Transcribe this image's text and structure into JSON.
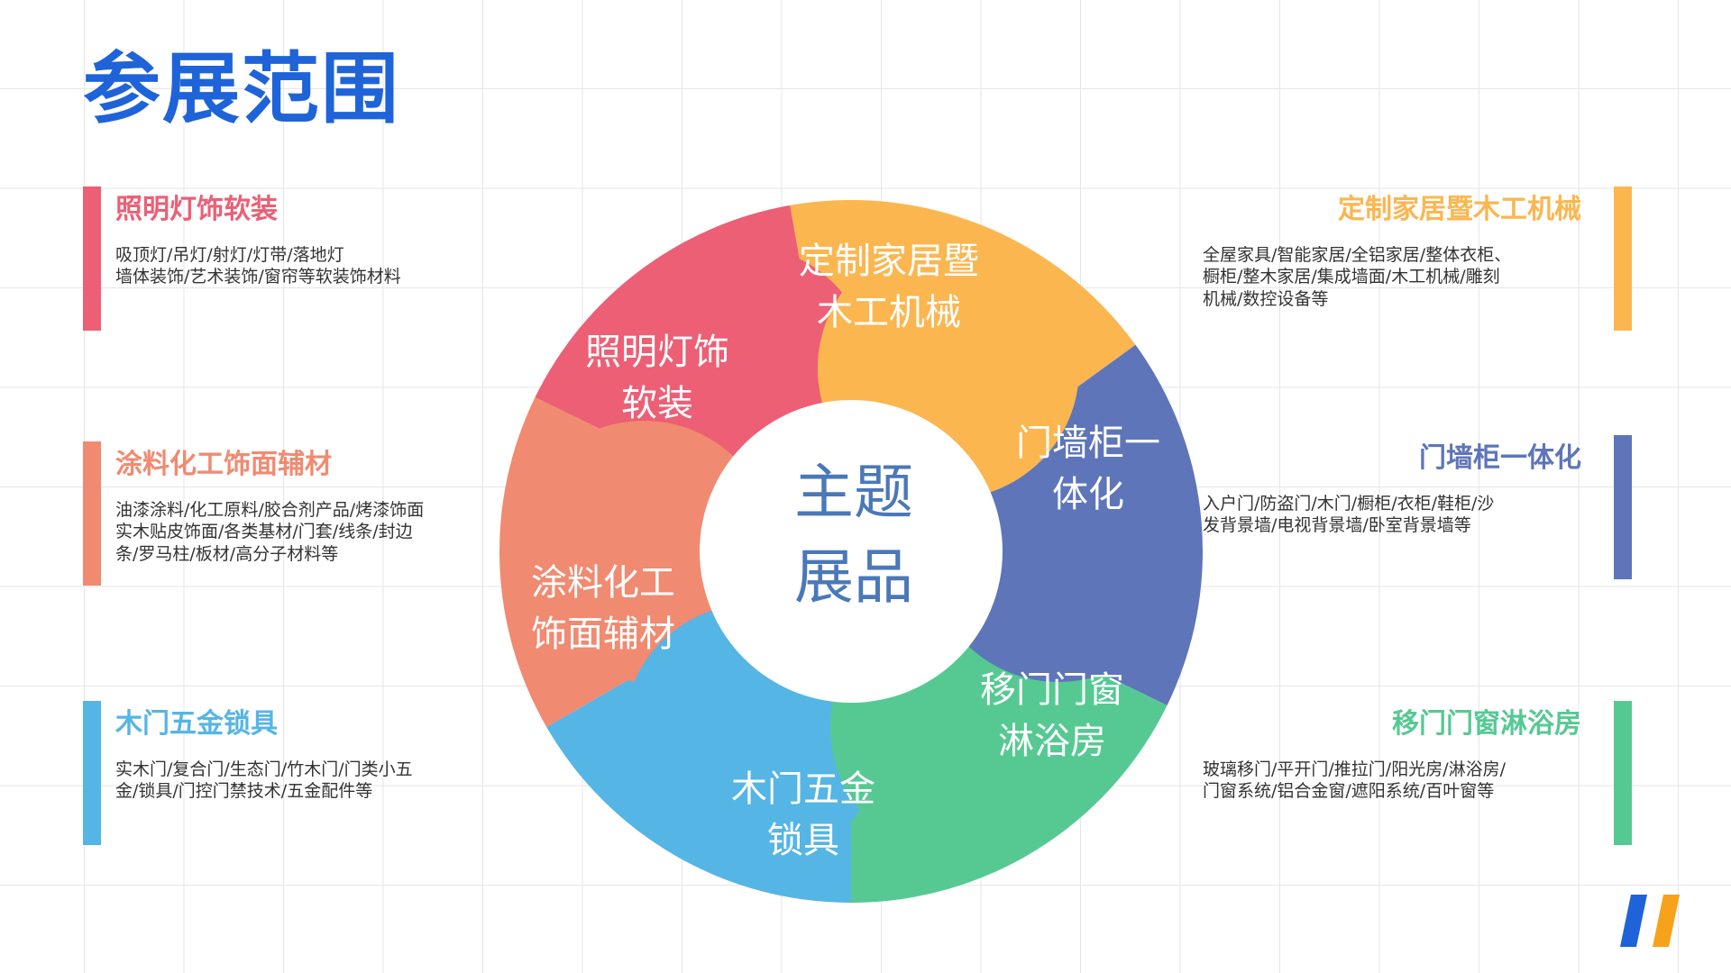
{
  "title": "参展范围",
  "center_label": "主题\n展品",
  "segments": [
    {
      "label": "定制家居暨\n木工机械",
      "color": "#fbb650"
    },
    {
      "label": "门墙柜一\n体化",
      "color": "#5e75b9"
    },
    {
      "label": "移门门窗\n淋浴房",
      "color": "#56c993"
    },
    {
      "label": "木门五金\n锁具",
      "color": "#55b5e4"
    },
    {
      "label": "涂料化工\n饰面辅材",
      "color": "#f08a70"
    },
    {
      "label": "照明灯饰\n软装",
      "color": "#ec5f75"
    }
  ],
  "left_items": [
    {
      "title": "照明灯饰软装",
      "desc": "吸顶灯/吊灯/射灯/灯带/落地灯\n墙体装饰/艺术装饰/窗帘等软装饰材料",
      "color": "#ec5f75"
    },
    {
      "title": "涂料化工饰面辅材",
      "desc": "油漆涂料/化工原料/胶合剂产品/烤漆饰面\n实木贴皮饰面/各类基材/门套/线条/封边\n条/罗马柱/板材/高分子材料等",
      "color": "#f08a70"
    },
    {
      "title": "木门五金锁具",
      "desc": "实木门/复合门/生态门/竹木门/门类小五\n金/锁具/门控门禁技术/五金配件等",
      "color": "#55b5e4"
    }
  ],
  "right_items": [
    {
      "title": "定制家居暨木工机械",
      "desc": "全屋家具/智能家居/全铝家居/整体衣柜、\n橱柜/整木家居/集成墙面/木工机械/雕刻\n机械/数控设备等",
      "color": "#fbb650"
    },
    {
      "title": "门墙柜一体化",
      "desc": "入户门/防盗门/木门/橱柜/衣柜/鞋柜/沙\n发背景墙/电视背景墙/卧室背景墙等",
      "color": "#5e75b9"
    },
    {
      "title": "移门门窗淋浴房",
      "desc": "玻璃移门/平开门/推拉门/阳光房/淋浴房/\n门窗系统/铝合金窗/遮阳系统/百叶窗等",
      "color": "#56c993"
    }
  ],
  "logo_colors": [
    "#1f63d9",
    "#f7a21b"
  ]
}
